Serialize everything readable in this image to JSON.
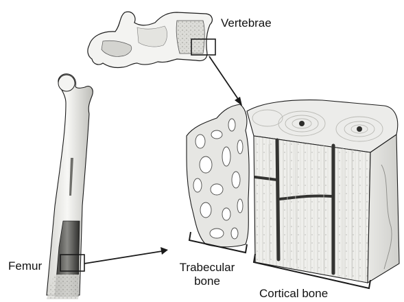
{
  "labels": {
    "vertebrae": "Vertebrae",
    "femur": "Femur",
    "trabecular_line1": "Trabecular",
    "trabecular_line2": "bone",
    "cortical": "Cortical bone"
  },
  "colors": {
    "outline": "#1a1a1a",
    "bone_light": "#f2f2f0",
    "bone_mid": "#d9d9d6",
    "bone_shadow": "#b8b8b4",
    "marrow": "#5a5a58",
    "canal": "#3a3a38",
    "text": "#111111"
  }
}
